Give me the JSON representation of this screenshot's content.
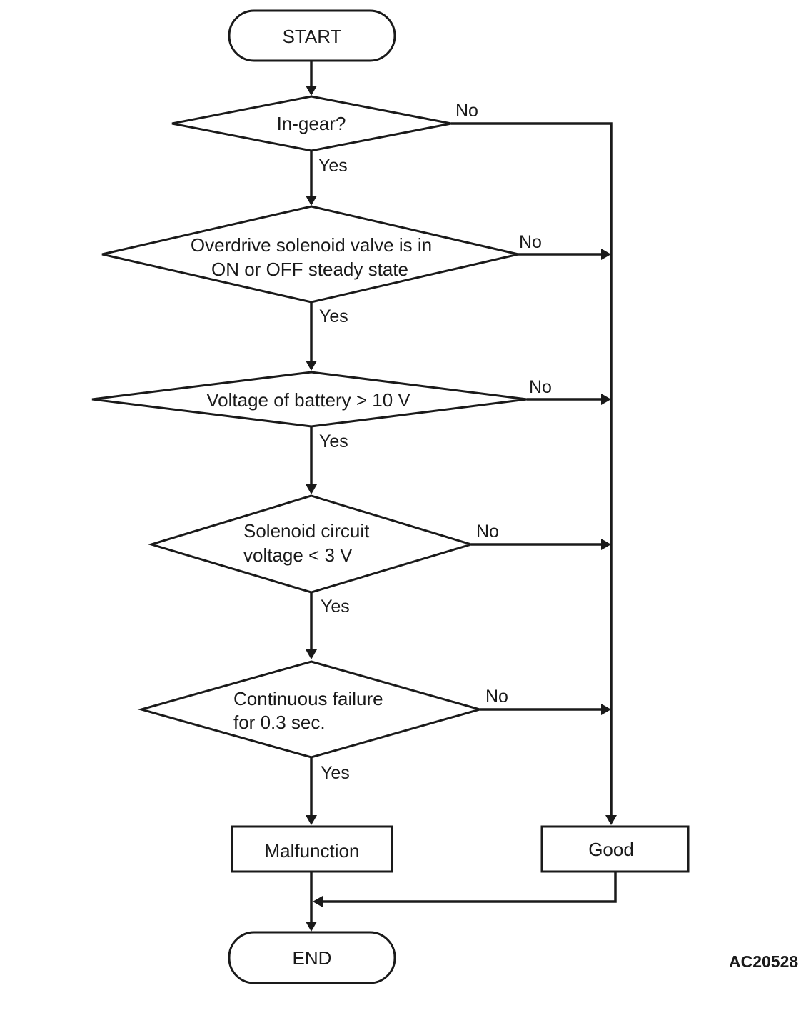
{
  "diagram": {
    "start": "START",
    "end": "END",
    "decisions": [
      {
        "lines": [
          "In-gear?"
        ],
        "yes": "Yes",
        "no": "No"
      },
      {
        "lines": [
          "Overdrive solenoid valve is in",
          "ON or OFF steady state"
        ],
        "yes": "Yes",
        "no": "No"
      },
      {
        "lines": [
          "Voltage of battery > 10 V"
        ],
        "yes": "Yes",
        "no": "No"
      },
      {
        "lines": [
          "Solenoid circuit",
          "voltage < 3 V"
        ],
        "yes": "Yes",
        "no": "No"
      },
      {
        "lines": [
          "Continuous failure",
          "for 0.3 sec."
        ],
        "yes": "Yes",
        "no": "No"
      }
    ],
    "malfunction": "Malfunction",
    "good": "Good",
    "figure_code": "AC20528"
  }
}
